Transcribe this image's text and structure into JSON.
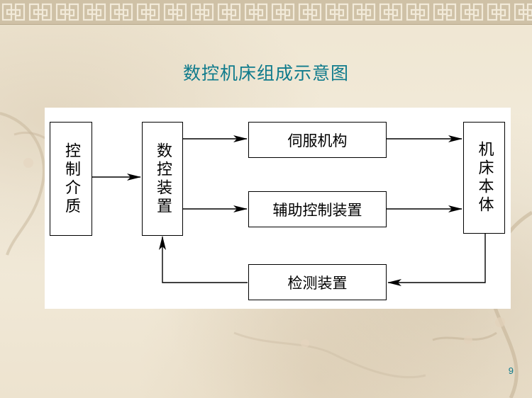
{
  "slide": {
    "title": "数控机床组成示意图",
    "page_number": "9"
  },
  "diagram": {
    "nodes": {
      "control_medium": "控制介质",
      "nc_device": "数控装置",
      "servo": "伺服机构",
      "auxiliary": "辅助控制装置",
      "machine_body": "机床本体",
      "detection": "检测装置"
    }
  },
  "colors": {
    "title": "#0f7b8c",
    "border_strip": "#cfc1a6",
    "panel": "#ffffff",
    "stroke": "#000000"
  }
}
